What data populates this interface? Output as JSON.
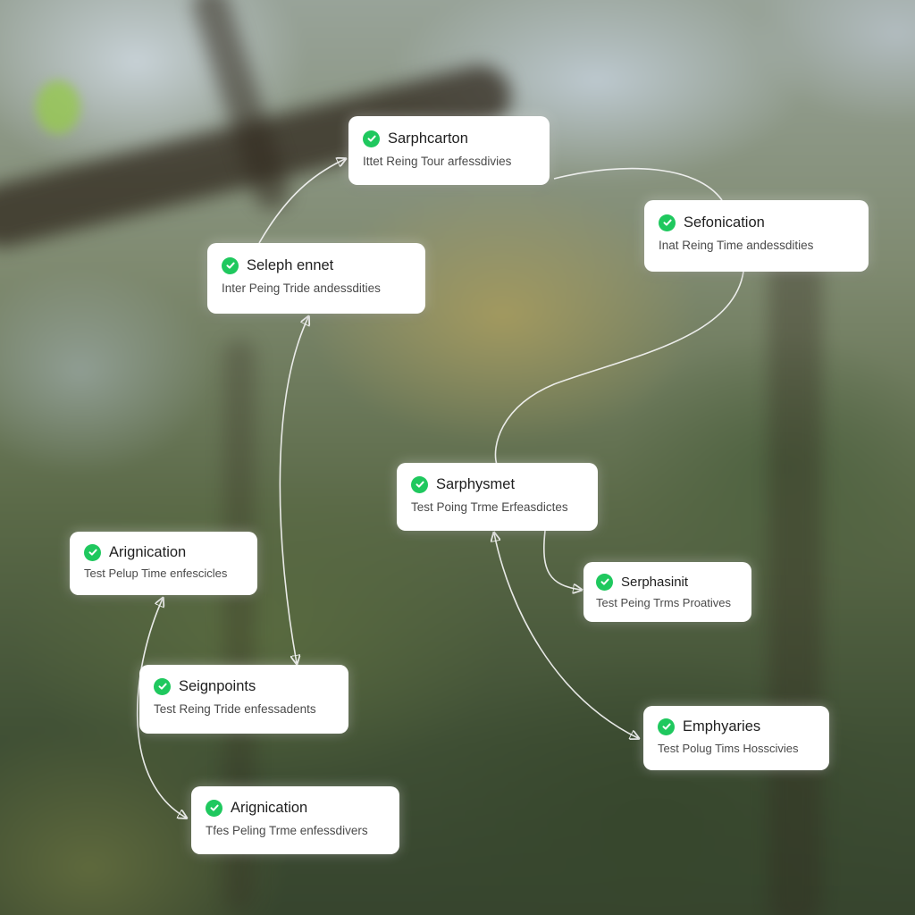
{
  "nodes": [
    {
      "id": "n1",
      "title": "Sarphcarton",
      "subtitle": "Ittet Reing Tour arfessdivies"
    },
    {
      "id": "n2",
      "title": "Sefonication",
      "subtitle": "Inat Reing Time andessdities"
    },
    {
      "id": "n3",
      "title": "Seleph ennet",
      "subtitle": "Inter Peing Tride andessdities"
    },
    {
      "id": "n4",
      "title": "Sarphysmet",
      "subtitle": "Test Poing Trme Erfeasdictes"
    },
    {
      "id": "n5",
      "title": "Serphasinit",
      "subtitle": "Test Peing Trms Proatives"
    },
    {
      "id": "n6",
      "title": "Arignication",
      "subtitle": "Test Pelup Time enfescicles"
    },
    {
      "id": "n7",
      "title": "Seignpoints",
      "subtitle": "Test Reing Tride enfessadents"
    },
    {
      "id": "n8",
      "title": "Emphyaries",
      "subtitle": "Test Polug Tims Hosscivies"
    },
    {
      "id": "n9",
      "title": "Arignication",
      "subtitle": "Tfes Peling Trme enfessdivers"
    }
  ],
  "theme": {
    "check_color": "#1fc85e",
    "card_background": "#ffffff",
    "connector_color": "#f5f5f5"
  },
  "icons": {
    "status": "check-circle-icon"
  }
}
